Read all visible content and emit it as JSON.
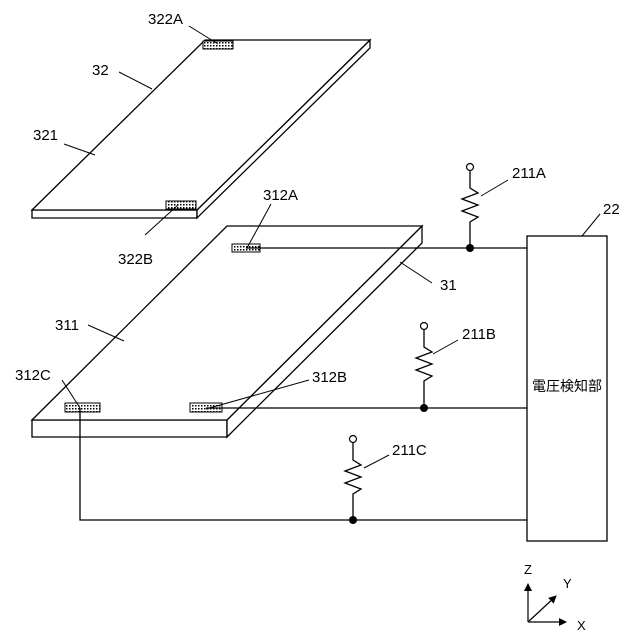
{
  "labels": {
    "pad_322A": "322A",
    "plate_32": "32",
    "surface_321": "321",
    "pad_322B": "322B",
    "pad_312A": "312A",
    "plate_31": "31",
    "surface_311": "311",
    "pad_312C": "312C",
    "pad_312B": "312B",
    "resistor_211A": "211A",
    "resistor_211B": "211B",
    "resistor_211C": "211C",
    "unit_22": "22",
    "voltage_detector": "電圧検知部"
  },
  "axes": {
    "z": "Z",
    "y": "Y",
    "x": "X"
  }
}
